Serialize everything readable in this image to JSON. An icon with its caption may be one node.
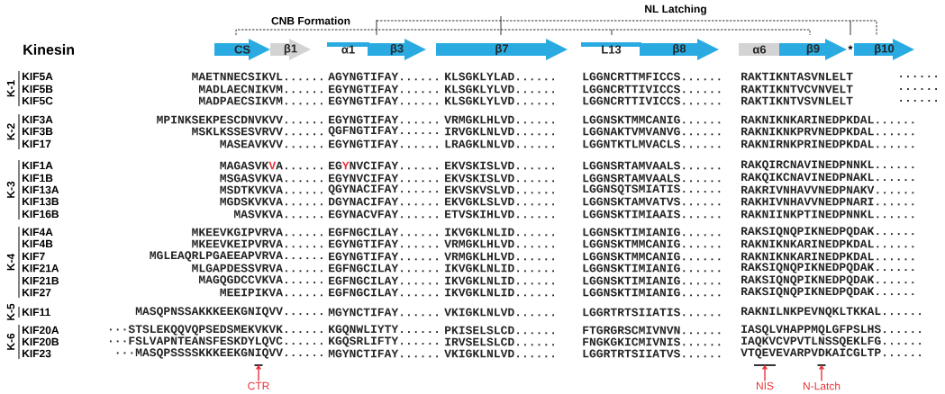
{
  "diagram": {
    "nodes": [
      {
        "text": [
          "CS"
        ]
      },
      {
        "text": [
          "β1"
        ]
      },
      {
        "text": [
          "α1"
        ]
      },
      {
        "text": [
          "β3"
        ]
      },
      {
        "text": [
          "β7"
        ]
      },
      {
        "text": [
          "L13"
        ]
      },
      {
        "text": [
          "β8"
        ]
      },
      {
        "text": [
          "α6"
        ]
      },
      {
        "text": [
          "β9"
        ]
      },
      {
        "text": [
          "β10"
        ]
      },
      {
        "text": [],
        "shape": "bar"
      },
      {
        "text": [
          "CTR"
        ]
      },
      {
        "text": [],
        "shape": "bar"
      },
      {
        "text": [
          "NIS"
        ]
      },
      {
        "text": [],
        "shape": "bar"
      },
      {
        "text": [
          "N-Latch"
        ]
      }
    ],
    "edges": [
      {
        "from": 11,
        "to": 10,
        "arrow": "to"
      },
      {
        "from": 13,
        "to": 12,
        "arrow": "to"
      },
      {
        "from": 15,
        "to": 14,
        "arrow": "to"
      }
    ],
    "labels": [
      "CNB Formation",
      "NL Latching",
      "Kinesin",
      "*",
      "K-1",
      "KIF5A",
      "MAETNNECSIKVL......",
      "AGYNGTIFAY......",
      "KLSGKLYLAD......",
      "LGGNCRTTMFICCS......",
      "RAKTIKNTASVNLELT",
      "......",
      "KIF5B",
      "MADLAECNIKVM......",
      "EGYNGTIFAY......",
      "KLSGKLYLVD......",
      "LGGNCRTTIVICCS......",
      "RAKTIKNTVCVNVELT",
      "......",
      "KIF5C",
      "MADPAECSIKVM......",
      "EGYNGTIFAY......",
      "KLSGKLYLVD......",
      "LGGNCRTTIVICCS......",
      "RAKTIKNTVSVNLELT",
      "......",
      "K-2",
      "KIF3A",
      "MPINKSEKPESCDNVKVV......",
      "EGYNGTIFAY......",
      "VRMGKLHLVD......",
      "LGGNSKTMMCANIG......",
      "RAKNIKNKARINEDPKDAL......",
      "KIF3B",
      "MSKLKSSESVRVV......",
      "QGFNGTIFAY......",
      "IRVGKLNLVD......",
      "LGGNAKTVMVANVG......",
      "RAKNIKNKPRVNEDPKDAL......",
      "KIF17",
      "MASEAVKVV......",
      "EGYNGTIFAY......",
      "LRAGKLNLVD......",
      "LGGNTKTLMVACLS......",
      "RAKNIRNKPRINEDPKDAL......",
      "K-3",
      "KIF1A",
      "MAGASVK",
      "V",
      "A......",
      "EG",
      "Y",
      "NVCIFAY......",
      "EKVSKISLVD......",
      "LGGNSRTAMVAALS......",
      "RAKQIRCNAVINEDPNNKL......",
      "KIF1B",
      "MSGASVKVA......",
      "EGYNVCIFAY......",
      "EKVSKISLVD......",
      "LGGNSRTAMVAALS......",
      "RAKQIKCNAVINEDPNAKL......",
      "KIF13A",
      "MSDTKVKVA......",
      "QGYNACIFAY......",
      "EKVSKVSLVD......",
      "LGGNSQTSMIATIS......",
      "RAKRIVNHAVVNEDPNAKV......",
      "KIF13B",
      "MGDSKVKVA......",
      "DGYNACIFAY......",
      "EKVGKLSLVD......",
      "LGGNSKTAMVATVS......",
      "RAKHIVNHAVVNEDPNARI......",
      "KIF16B",
      "MASVKVA......",
      "EGYNACVFAY......",
      "ETVSKIHLVD......",
      "LGGNSKTIMIAAIS......",
      "RAKNIINKPTINEDPNNKL......",
      "K-4",
      "KIF4A",
      "MKEEVKGIPVRVA......",
      "EGFNGCILAY......",
      "IKVGKLNLID......",
      "LGGNSKTIMIANIG......",
      "RAKSIQNQPIKNEDPQDAK......",
      "KIF4B",
      "MKEEVKEIPVRVA......",
      "EGYNGTIFAY......",
      "VRMGKLHLVD......",
      "LGGNSKTMMCANIG......",
      "RAKNIKNKARINEDPKDAL......",
      "KIF7",
      "MGLEAQRLPGAEEAPVRVA......",
      "EGYNGTIFAY......",
      "VRMGKLHLVD......",
      "LGGNSKTMMCANIG......",
      "RAKNIKNKARINEDPKDAL......",
      "KIF21A",
      "MLGAPDESSVRVA......",
      "EGFNGCILAY......",
      "IKVGKLNLID......",
      "LGGNSKTIMIANIG......",
      "RAKSIQNQPIKNEDPQDAK......",
      "KIF21B",
      "MAGQGDCCVKVA......",
      "EGFNGCILAY......",
      "IKVGKLNLID......",
      "LGGNSKTIMIANIG......",
      "RAKSIQNQPIKNEDPQDAK......",
      "KIF27",
      "MEEIPIKVA......",
      "EGFNGCILAY......",
      "IKVGKLNLID......",
      "LGGNSKTIMIANIG......",
      "RAKSIQNQPIKNEDPQDAK......",
      "K-5",
      "KIF11",
      "MASQPNSSAKKKEEKGNIQVV......",
      "MGYNCTIFAY......",
      "VKIGKLNLVD......",
      "LGGRTRTSIIATIS......",
      "RAKNILNKPEVNQKLTKKAL......",
      "K-6",
      "KIF20A",
      "···STSLEKQQVQPSEDSMEKVKVK......",
      "KGQNWLIYTY......",
      "PKISELSLCD......",
      "FTGRGRSCMIVNVN......",
      "IASQLVHAPPMQLGFPSLHS......",
      "KIF20B",
      "···FSLVAPNTEANSFESKDYLQVC......",
      "KGQSRLIFTY......",
      "IRVSELSLCD......",
      "FNGKGKICMIVNIS......",
      "IAQKVCVPVTLNSSQEKLFG......",
      "KIF23",
      "···MASQPSSSSKKKEEKGNIQVV......",
      "MGYNCTIFAY......",
      "VKIGKLNLVD......",
      "LGGRTRTSIIATVS......",
      "VTQEVEVARPVDKAICGLTP......"
    ]
  }
}
